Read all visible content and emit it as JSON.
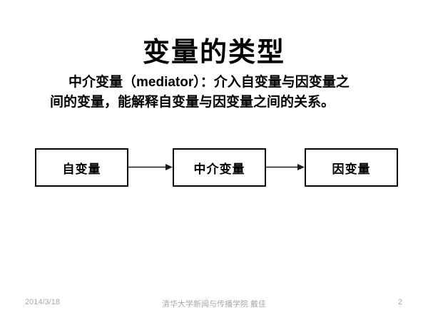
{
  "slide": {
    "title": "变量的类型",
    "body": {
      "line1": "中介变量（mediator）：介入自变量与因变量之",
      "line2": "间的变量，能解释自变量与因变量之间的关系。"
    },
    "diagram": {
      "boxes": [
        {
          "label": "自变量"
        },
        {
          "label": "中介变量"
        },
        {
          "label": "因变量"
        }
      ],
      "connections": [
        {
          "from": "自变量",
          "to": "中介变量",
          "type": "arrow-right"
        },
        {
          "from": "中介变量",
          "to": "因变量",
          "type": "arrow-right"
        }
      ]
    },
    "footer": {
      "date": "2014/3/18",
      "center": "清华大学新闻与传播学院 戴佳",
      "page_number": "2"
    },
    "colors": {
      "background": "#ffffff",
      "text": "#000000",
      "box_border": "#000000",
      "arrow": "#1a1a1a",
      "footer_text": "#a9a9a9"
    }
  }
}
